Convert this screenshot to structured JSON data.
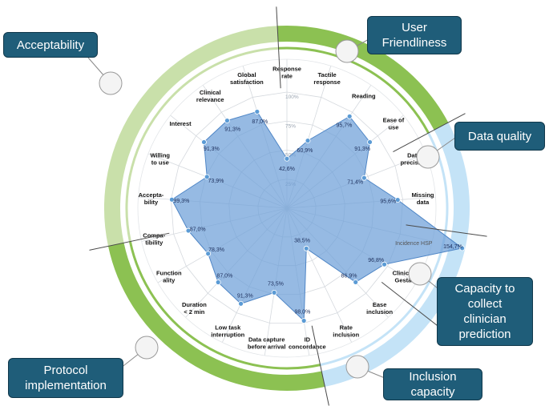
{
  "categories": {
    "acceptability": "Acceptability",
    "user_friendliness": "User\nFriendliness",
    "data_quality": "Data quality",
    "clinician_prediction": "Capacity to\ncollect\nclinician\nprediction",
    "protocol_implementation": "Protocol\nimplementation",
    "inclusion_capacity": "Inclusion\ncapacity"
  },
  "chart_data": {
    "type": "radar",
    "rlim": [
      0,
      100
    ],
    "ring_labels": [
      "100%",
      "75%",
      "50%",
      "25%"
    ],
    "overflow_note": "Incidence HSP",
    "axes": [
      {
        "label": "Response\nrate",
        "value": 42.6,
        "value_label": "42,6%"
      },
      {
        "label": "Tactile\nresponse",
        "value": 60.9,
        "value_label": "60,9%"
      },
      {
        "label": "Reading",
        "value": 95.7,
        "value_label": "95,7%"
      },
      {
        "label": "Ease of\nuse",
        "value": 91.3,
        "value_label": "91,3%"
      },
      {
        "label": "Data\nprecision",
        "value": 71.4,
        "value_label": "71,4%"
      },
      {
        "label": "Missing\ndata",
        "value": 95.6,
        "value_label": "95,6%"
      },
      {
        "label": "",
        "value": 154.7,
        "value_label": "154,7%"
      },
      {
        "label": "Clinician\nGestalt",
        "value": 96.8,
        "value_label": "96,8%"
      },
      {
        "label": "Ease\ninclusion",
        "value": 86.9,
        "value_label": "86,9%"
      },
      {
        "label": "Rate\ninclusion",
        "value": 38.5,
        "value_label": "38,5%"
      },
      {
        "label": "ID\nconcordance",
        "value": 98.0,
        "value_label": "98,0%"
      },
      {
        "label": "Data capture\nbefore arrival",
        "value": 73.5,
        "value_label": "73,5%"
      },
      {
        "label": "Low task\ninterruption",
        "value": 91.3,
        "value_label": "91,3%"
      },
      {
        "label": "Duration\n< 2 min",
        "value": 87.0,
        "value_label": "87,0%"
      },
      {
        "label": "Function\nality",
        "value": 78.3,
        "value_label": "78,3%"
      },
      {
        "label": "Compa-\ntibility",
        "value": 87.0,
        "value_label": "87,0%"
      },
      {
        "label": "Accepta-\nbility",
        "value": 99.3,
        "value_label": "99,3%"
      },
      {
        "label": "Willing\nto use",
        "value": 73.9,
        "value_label": "73,9%"
      },
      {
        "label": "Interest",
        "value": 91.3,
        "value_label": "91,3%"
      },
      {
        "label": "Clinical\nrelevance",
        "value": 91.3,
        "value_label": "91,3%"
      },
      {
        "label": "Global\nsatisfaction",
        "value": 87.0,
        "value_label": "87,0%"
      }
    ]
  },
  "colors": {
    "navy": "#1f5d79",
    "green_light": "#c9e0aa",
    "green": "#8cc152",
    "blue_light": "#c4e3f7",
    "radar_fill": "#6d9fd8",
    "radar_point": "#5b9bd5"
  }
}
